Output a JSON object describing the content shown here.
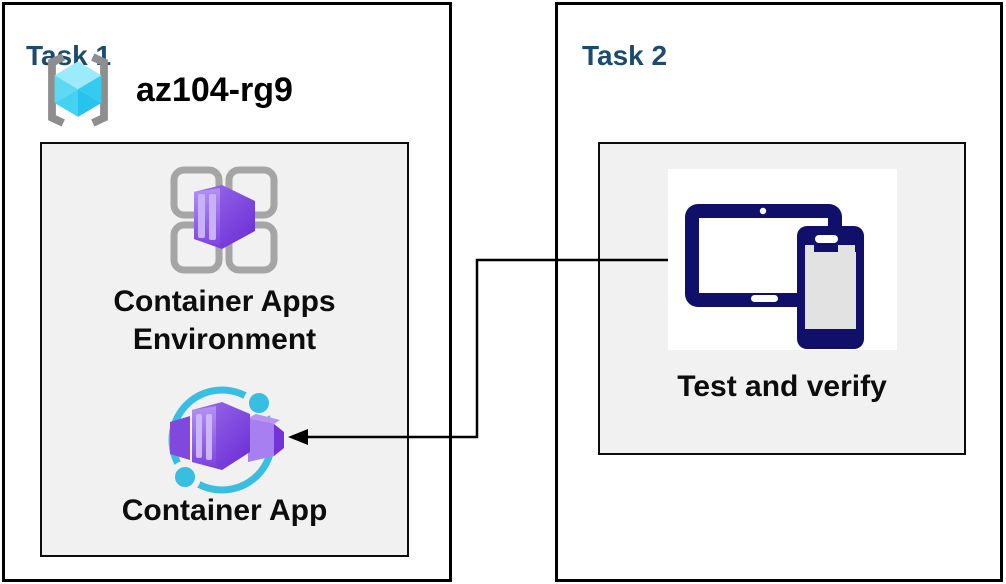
{
  "task1": {
    "title": "Task 1",
    "resource_group_name": "az104-rg9",
    "environment_label": {
      "line1": "Container Apps",
      "line2": "Environment"
    },
    "app_label": "Container App"
  },
  "task2": {
    "title": "Task 2",
    "verify_label": "Test and verify"
  },
  "icons": {
    "resource_group": "resource-group-icon",
    "environment": "container-apps-environment-icon",
    "app": "container-app-icon",
    "devices": "tablet-phone-devices-icon",
    "connector": "arrow-connector"
  },
  "colors": {
    "task_title_blue": "#1C4B70",
    "panel_fill_gray": "#F1F1F1",
    "outline_black": "#000000",
    "icon_purple_dark": "#7437DC",
    "icon_purple_light": "#A889F2",
    "icon_cyan": "#38BEE0",
    "resource_cube_cyan": "#5FD9F3",
    "device_navy": "#10106A",
    "frame_gray": "#A5A5A5"
  }
}
